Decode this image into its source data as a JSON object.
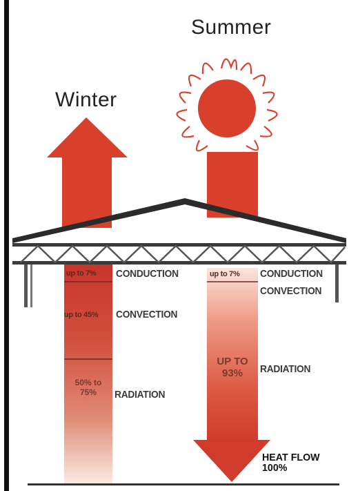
{
  "seasons": {
    "winter": "Winter",
    "summer": "Summer"
  },
  "winter_column": {
    "conduction_value": "up to 7%",
    "conduction_label": "CONDUCTION",
    "convection_value": "up to 45%",
    "convection_label": "CONVECTION",
    "radiation_value_line1": "50% to",
    "radiation_value_line2": "75%",
    "radiation_label": "RADIATION"
  },
  "summer_column": {
    "conduction_value": "up to 7%",
    "conduction_label": "CONDUCTION",
    "convection_label": "CONVECTION",
    "radiation_value_line1": "UP TO",
    "radiation_value_line2": "93%",
    "radiation_label": "RADIATION"
  },
  "heat_flow": {
    "line1": "HEAT FLOW",
    "line2": "100%"
  },
  "colors": {
    "arrow_red": "#d9402c",
    "sun_outline": "#d9402c",
    "roof_dark": "#2b2b2b",
    "truss_gray": "#6b6b6b",
    "frame": "#111111"
  }
}
